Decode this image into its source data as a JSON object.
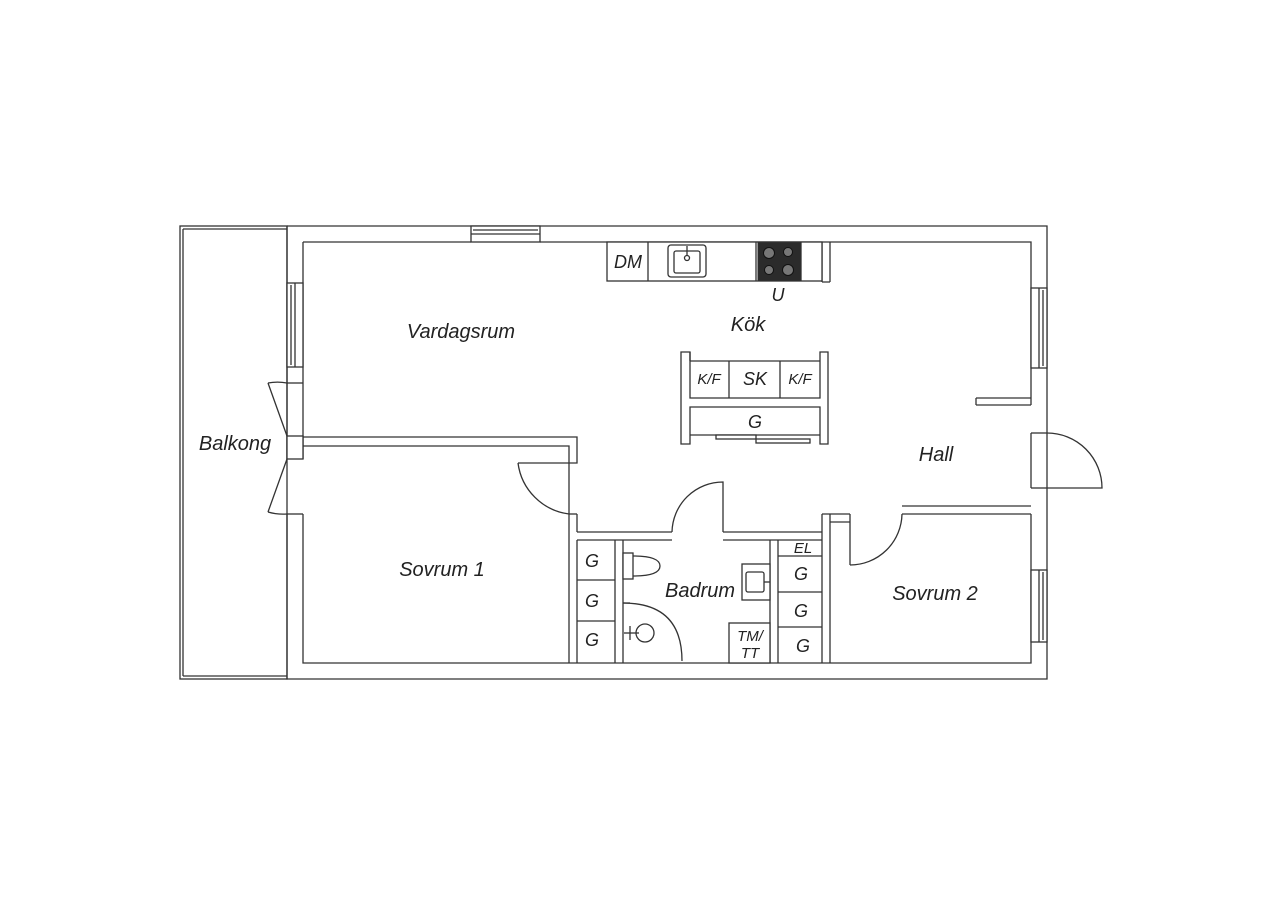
{
  "rooms": {
    "vardagsrum": "Vardagsrum",
    "kok": "Kök",
    "balkong": "Balkong",
    "hall": "Hall",
    "sovrum1": "Sovrum 1",
    "sovrum2": "Sovrum 2",
    "badrum": "Badrum"
  },
  "fixtures": {
    "dm": "DM",
    "u": "U",
    "kf_left": "K/F",
    "sk": "SK",
    "kf_right": "K/F",
    "g_island": "G",
    "g_sov1_1": "G",
    "g_sov1_2": "G",
    "g_sov1_3": "G",
    "el": "EL",
    "g_hall_1": "G",
    "g_hall_2": "G",
    "g_hall_3": "G",
    "tm_top": "TM/",
    "tm_bottom": "TT"
  },
  "colors": {
    "line": "#333333",
    "text": "#222222",
    "stove": "#2b2b2b",
    "background": "#ffffff"
  }
}
